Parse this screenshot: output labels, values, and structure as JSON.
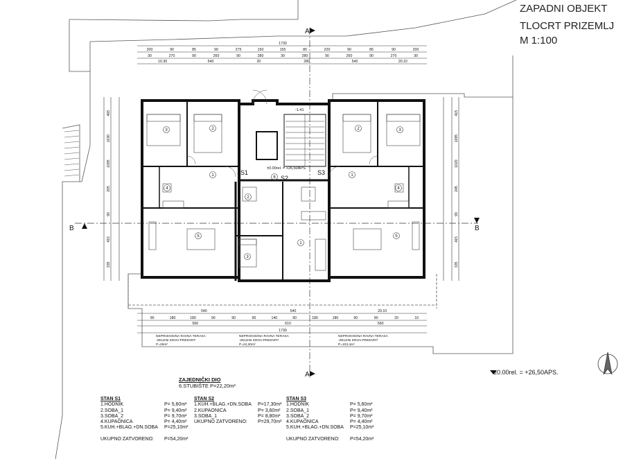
{
  "title": {
    "line1": "ZAPADNI OBJEKT",
    "line2": "TLOCRT PRIZEMLJ",
    "line3": "M 1:100"
  },
  "section_marks": {
    "a": "A",
    "b": "B"
  },
  "elevation": {
    "main": "±0.00rel. = +26,50APS.",
    "plan": "±0.00rel. = +26,50APS.",
    "step": "-1.41"
  },
  "apartments": {
    "s1": "S1",
    "s2": "S2",
    "s3": "S3"
  },
  "room_numbers": {
    "r1": "1",
    "r2": "2",
    "r3": "3",
    "r4": "4",
    "r5": "5",
    "r6": "6"
  },
  "dimensions": {
    "top_total": "1730",
    "top_row2": [
      "200",
      "90",
      "85",
      "90",
      "275",
      "150",
      "155",
      "80",
      "220",
      "90",
      "85",
      "90",
      "200"
    ],
    "top_row3": [
      "30",
      "270",
      "90",
      "260",
      "90",
      "280",
      "30",
      "280",
      "90",
      "260",
      "90",
      "270",
      "30"
    ],
    "top_row4": [
      "10.30",
      "540",
      "20",
      "280",
      "540",
      "20.10"
    ],
    "bottom_row1": [
      "540",
      "540",
      "20.10"
    ],
    "bottom_row2": [
      "90",
      "180",
      "180",
      "90",
      "90",
      "90",
      "140",
      "90",
      "180",
      "180",
      "90",
      "90",
      "20",
      "10"
    ],
    "bottom_row3": [
      "560",
      "610",
      "560"
    ],
    "bottom_total": "1730",
    "left": [
      "465",
      "1030",
      "1095",
      "205",
      "90",
      "415",
      "335"
    ],
    "right": [
      "415",
      "1095",
      "1020",
      "245",
      "90",
      "415",
      "335"
    ]
  },
  "terraces": [
    {
      "line1": "NEPROHODNA RAVNA TERASA",
      "line2": "-ZELENI KROV-PREDVRT",
      "area": "P=25m²"
    },
    {
      "line1": "NEPROHODNA RAVNA TERASA",
      "line2": "-ZELENI KROV-PREDVRT",
      "area": "P=24,30m²"
    },
    {
      "line1": "NEPROHODNA RAVNA TERASA",
      "line2": "-ZELENI KROV-PREDVRT",
      "area": "P=103,4m²"
    }
  ],
  "common": {
    "heading": "ZAJEDNIČKI DIO",
    "item": "6.STUBIŠTE P=22,20m²"
  },
  "stan_s1": {
    "heading": "STAN S1",
    "rows": [
      {
        "name": "1.HODNIK",
        "area": "P= 5,60m²"
      },
      {
        "name": "2.SOBA_1",
        "area": "P= 9,40m²"
      },
      {
        "name": "3.SOBA_2",
        "area": "P= 9,70m²"
      },
      {
        "name": "4.KUPAONICA",
        "area": "P= 4,40m²"
      },
      {
        "name": "5.KUH.+BLAG.+DN.SOBA",
        "area": "P=25,10m²"
      }
    ],
    "total_label": "UKUPNO ZATVORENO:",
    "total": "P=54,20m²"
  },
  "stan_s2": {
    "heading": "STAN S2",
    "rows": [
      {
        "name": "1.KUH.+BLAG.+DN.SOBA",
        "area": "P=17,30m²"
      },
      {
        "name": "2.KUPAONICA",
        "area": "P= 3,60m²"
      },
      {
        "name": "3.SOBA_1",
        "area": "P= 8,80m²"
      }
    ],
    "total_label": "UKUPNO ZATVORENO:",
    "total": "P=29,70m²"
  },
  "stan_s3": {
    "heading": "STAN S3",
    "rows": [
      {
        "name": "1.HODNIK",
        "area": "P= 5,60m²"
      },
      {
        "name": "2.SOBA_1",
        "area": "P= 9,40m²"
      },
      {
        "name": "3.SOBA_2",
        "area": "P= 9,70m²"
      },
      {
        "name": "4.KUPAONICA",
        "area": "P= 4,40m²"
      },
      {
        "name": "5.KUH.+BLAG.+DN.SOBA",
        "area": "P=25,10m²"
      }
    ],
    "total_label": "UKUPNO ZATVORENO:",
    "total": "P=54,20m²"
  }
}
